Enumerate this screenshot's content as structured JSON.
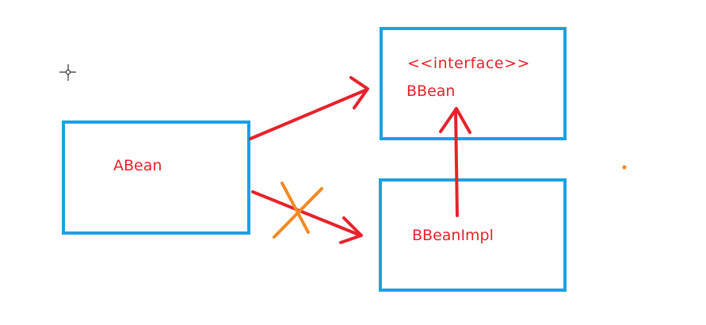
{
  "diagram": {
    "colors": {
      "box_border": "#1aa1e2",
      "arrow": "#e8212b",
      "text": "#e8212b",
      "cross": "#f08a24",
      "cursor": "#333333"
    },
    "boxes": {
      "abean": {
        "label": "ABean"
      },
      "bbean": {
        "stereotype": "<<interface>>",
        "label": "BBean"
      },
      "bbeanimpl": {
        "label": "BBeanImpl"
      }
    },
    "arrows": [
      {
        "from": "ABean",
        "to": "BBean",
        "status": "allowed"
      },
      {
        "from": "ABean",
        "to": "BBeanImpl",
        "status": "crossed-out"
      },
      {
        "from": "BBeanImpl",
        "to": "BBean",
        "status": "implements"
      }
    ],
    "icons": [
      "crosshair-cursor-icon",
      "cross-out-icon"
    ]
  }
}
